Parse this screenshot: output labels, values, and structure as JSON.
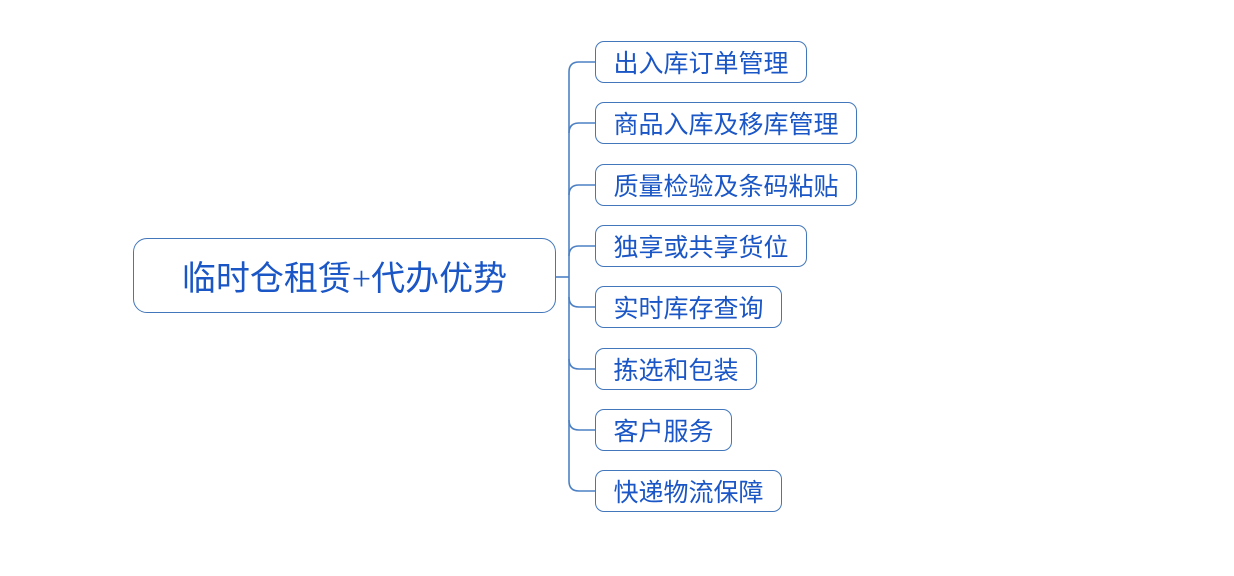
{
  "mindmap": {
    "root": {
      "label": "临时仓租赁+代办优势"
    },
    "children": [
      {
        "label": "出入库订单管理"
      },
      {
        "label": "商品入库及移库管理"
      },
      {
        "label": "质量检验及条码粘贴"
      },
      {
        "label": "独享或共享货位"
      },
      {
        "label": "实时库存查询"
      },
      {
        "label": "拣选和包装"
      },
      {
        "label": "客户服务"
      },
      {
        "label": "快递物流保障"
      }
    ],
    "colors": {
      "node_text": "#1a56c5",
      "node_border": "#4377bb",
      "connector": "#4c80c4",
      "background": "#ffffff"
    }
  }
}
